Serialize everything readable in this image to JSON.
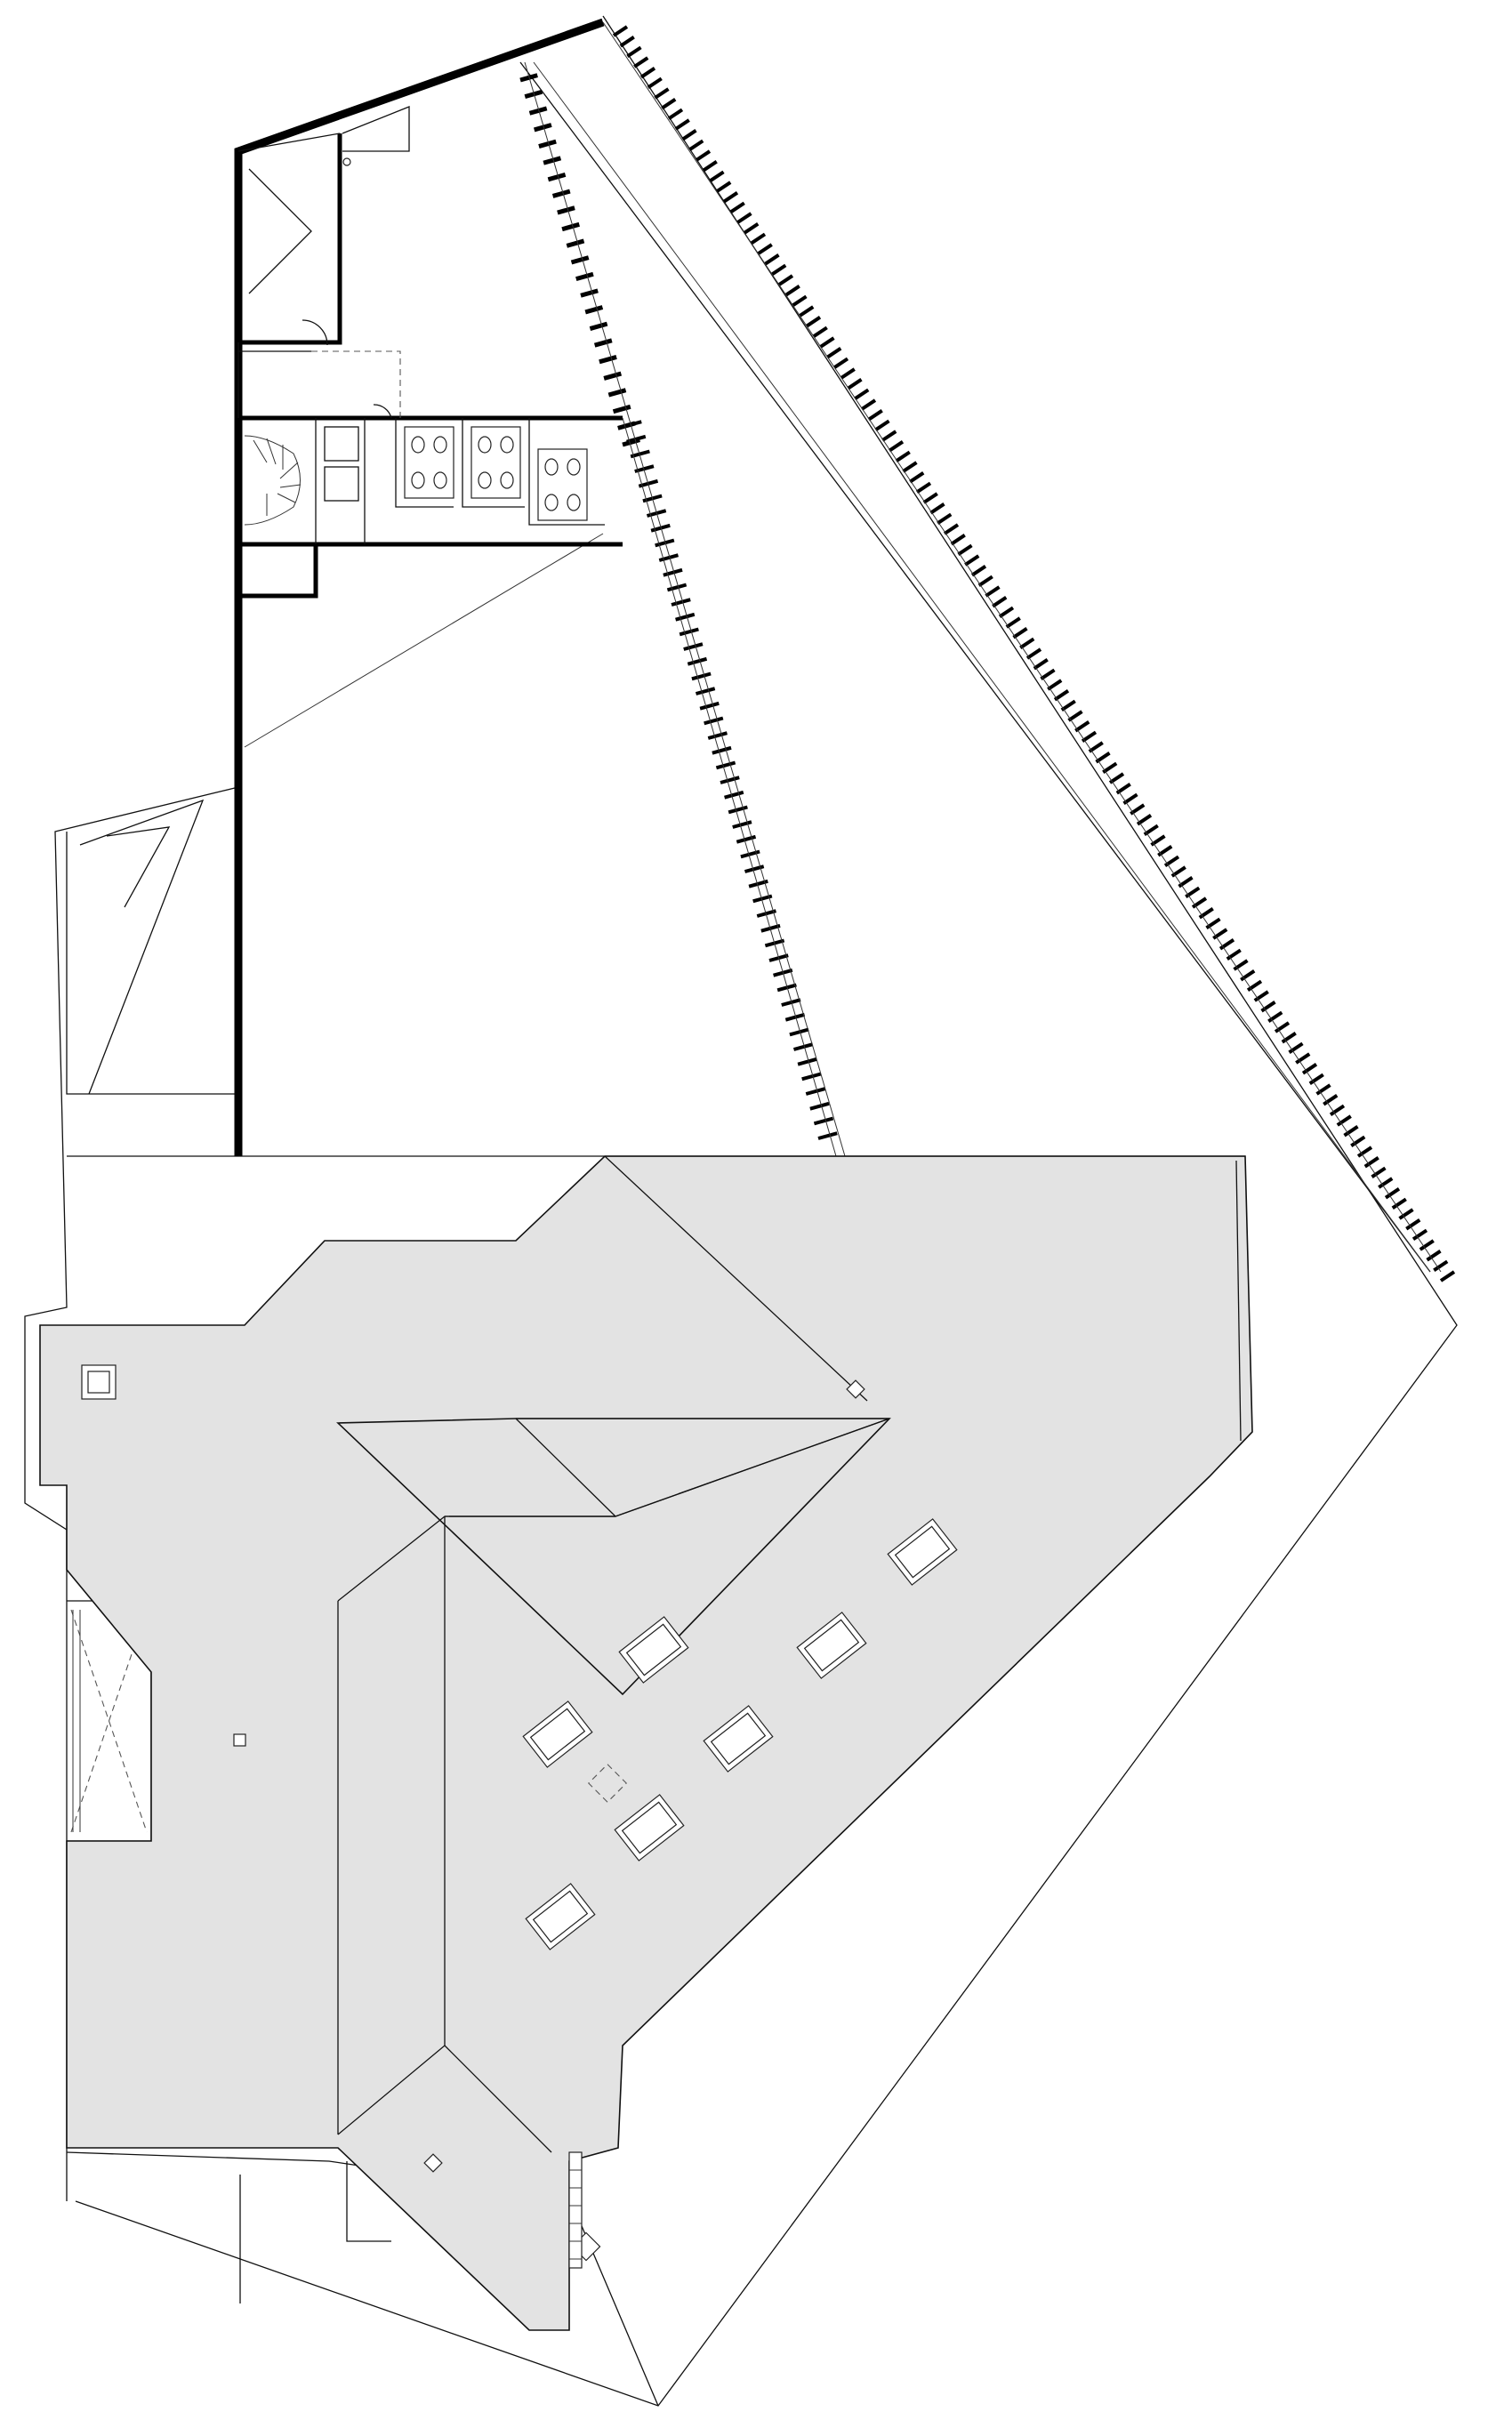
{
  "drawing": {
    "type": "architectural floor plan / roof plan",
    "colors": {
      "background": "#ffffff",
      "roof_fill": "#e3e3e3",
      "lines": "#111111",
      "walls": "#000000"
    },
    "elements": {
      "skylights": 7,
      "roof_hatches": 3,
      "stairs": 2,
      "sanitary_units": 3
    }
  }
}
